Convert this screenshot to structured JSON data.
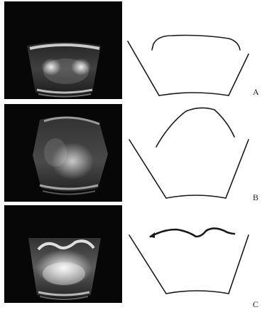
{
  "figure": {
    "rows": [
      {
        "label": "A"
      },
      {
        "label": "B"
      },
      {
        "label": "C"
      }
    ],
    "colors": {
      "panel_background": "#070707",
      "echo_bright": "#f2f2f2",
      "line": "#1a1a1a"
    }
  }
}
